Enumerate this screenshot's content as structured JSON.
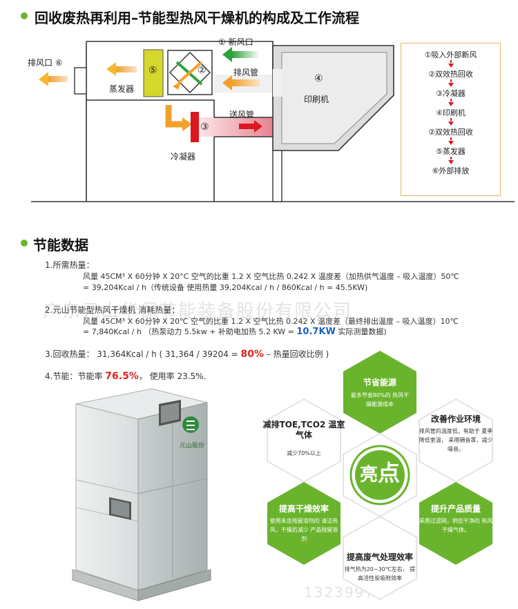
{
  "section1": {
    "title": "回收废热再利用–节能型热风干燥机的构成及工作流程"
  },
  "diagram": {
    "exhaust": "排风口 ⑥",
    "evaporator_num": "⑤",
    "evaporator": "蒸发器",
    "heat_exchanger_num": "②",
    "fresh_air": "① 新风口",
    "exhaust_pipe": "排风管",
    "printer_num": "④",
    "printer": "印刷机",
    "condenser_num": "③",
    "condenser": "冷凝器",
    "supply_pipe": "送风管"
  },
  "flow_steps": [
    "①吸入外部新风",
    "②双效热回收",
    "③冷凝器",
    "④印刷机",
    "②双效热回收",
    "⑤蒸发器",
    "⑥外部排放"
  ],
  "section2": {
    "title": "节能数据"
  },
  "data": {
    "l1": "1.所需热量：",
    "l2": "风量 45CM³ X 60分钟 X 20°C 空气的比重 1.2 X 空气比热 0.242 X 温度差（加热供气温度 – 吸入温度）50℃",
    "l3": "= 39,204Kcal / h（传统设备 使用热量 39,204Kcal / h / 860Kcal / h = 45.5KW)",
    "l4": "2.元山节能型热风干燥机 消耗热量：",
    "l5": "风量 45CM³ X 60分钟 X 20℃ 空气的比重 1.2 X 空气比热 0.242 X 温度差（最终排出温度 – 吸入温度）10℃",
    "l6a": "= 7,840Kcal / h （热泵动力 5.5kw + 补助电加热 5.2 KW = ",
    "l6b": "10.7KW",
    "l6c": " 实际测量数据)",
    "l7a": "3.回收热量： 31,364Kcal / h ( 31,364 / 39204 = ",
    "l7b": "80%",
    "l7c": " – 热量回收比例 )",
    "l8a": "4.节能：节能率 ",
    "l8b": "76.5%",
    "l8c": "， 使用率 23.5%."
  },
  "watermark": "广东元山华保节能装备股份有限公司",
  "watermark2": "13239975",
  "machine": {
    "logo_text": "元山股份"
  },
  "hex": {
    "center_a": "亮",
    "center_b": "点",
    "top_title": "节省能源",
    "top_body": "最多节省80%的 热风干燥能源成本",
    "tl_title": "减排TOE,TCO2 温室气体",
    "tl_body": "减少70%以上",
    "tr_title": "改善作业环境",
    "tr_body": "排风管的温度低，有助于 夏季降低室温， 采用隔音罩，减少噪音。",
    "bl_title": "提高干燥效率",
    "bl_body": "使用未含残留溶剂的 清洁热风，干燥后减少 产品残留溶剂",
    "br_title": "提升产品质量",
    "br_body": "采用过滤网，供应干净的 热风干燥气体。",
    "bottom_title": "提高废气处理效率",
    "bottom_body": "排气热为20~30℃左右， 提高活性炭吸附效率"
  },
  "colors": {
    "green": "#6ab42d",
    "red": "#e0221c",
    "blue": "#1a63b8",
    "orange": "#e98a2a"
  }
}
